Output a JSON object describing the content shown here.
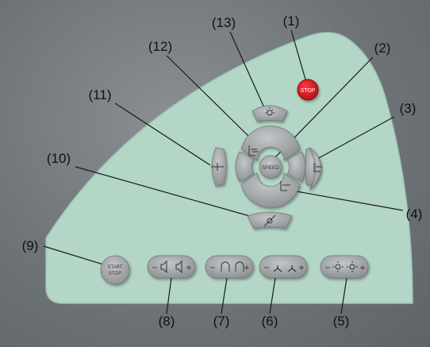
{
  "labels": {
    "n1": "(1)",
    "n2": "(2)",
    "n3": "(3)",
    "n4": "(4)",
    "n5": "(5)",
    "n6": "(6)",
    "n7": "(7)",
    "n8": "(8)",
    "n9": "(9)",
    "n10": "(10)",
    "n11": "(11)",
    "n12": "(12)",
    "n13": "(13)"
  },
  "buttons": {
    "stop": "STOP",
    "speed": "SPEED",
    "start_stop_line1": "START",
    "start_stop_line2": "STOP",
    "minus": "−",
    "plus": "+"
  },
  "colors": {
    "panel": "#b3d6c6",
    "button": "#a3a6a8",
    "stop_button": "#d2141b"
  }
}
